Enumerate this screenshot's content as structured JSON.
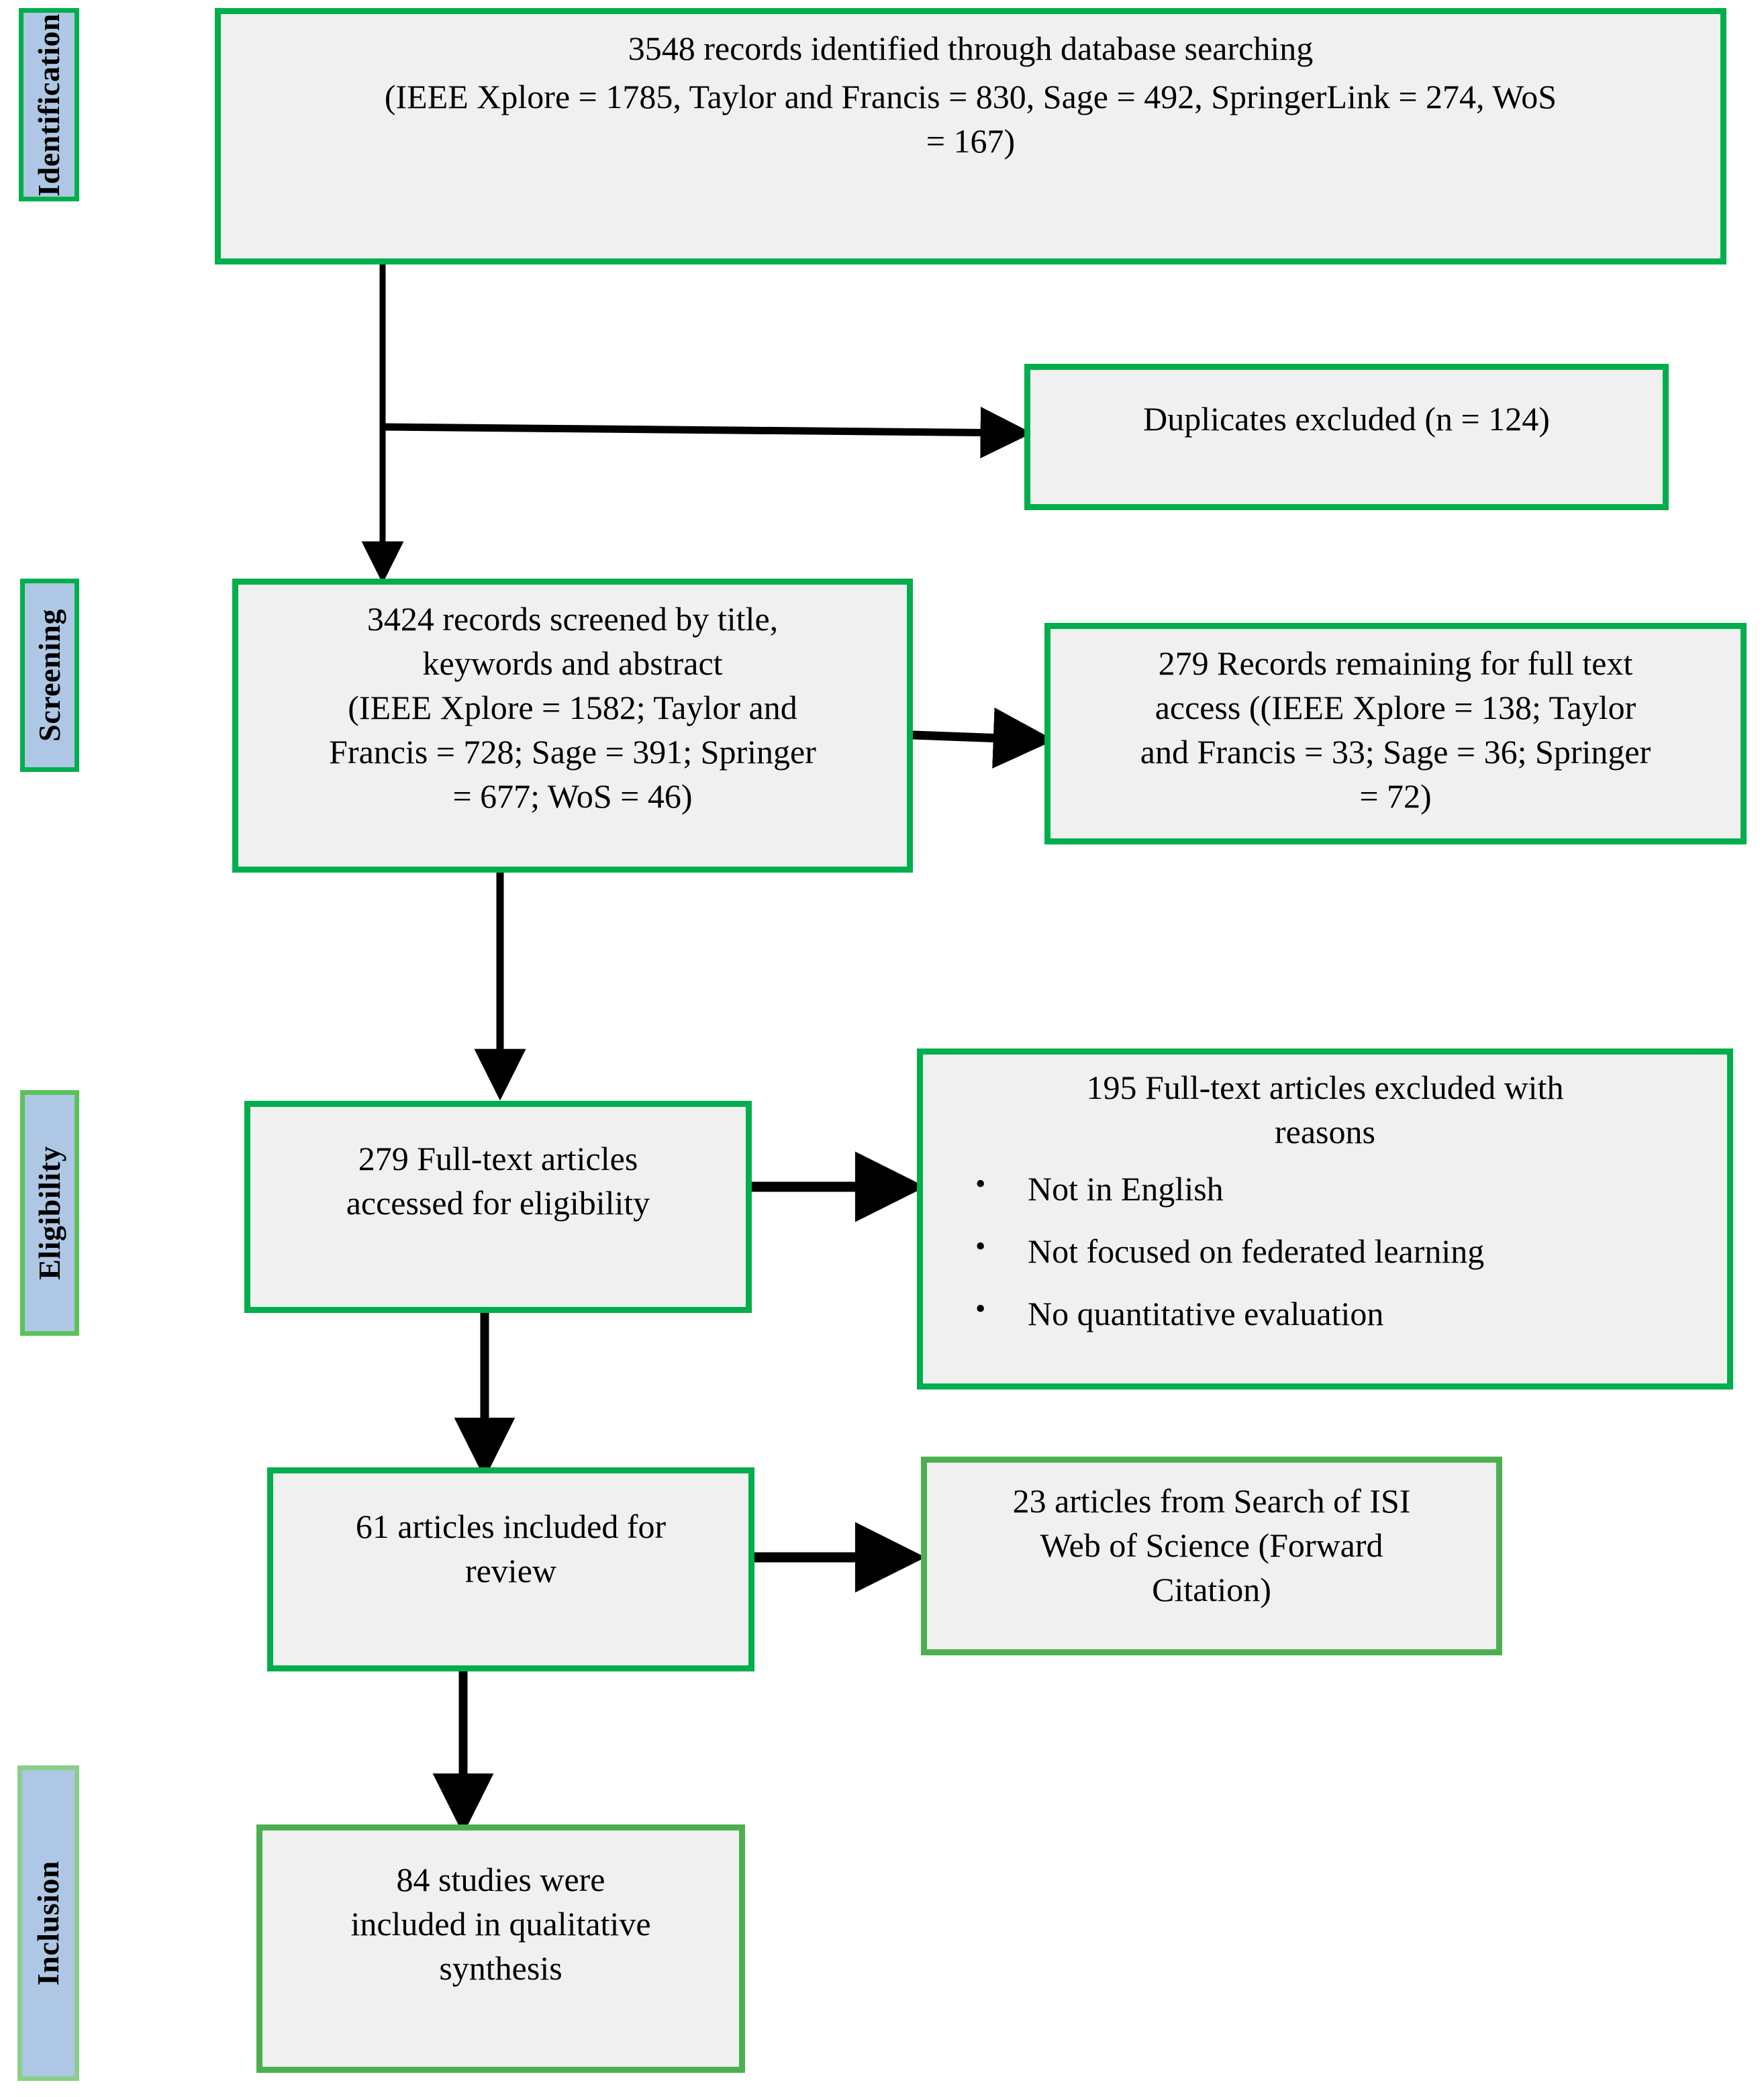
{
  "diagram": {
    "type": "prisma-flow-diagram",
    "colors": {
      "border_green": "#00AE4D",
      "border_green_light": "#4CAF50",
      "box_fill": "#F0F0F0",
      "stage_fill": "#AEC7E4",
      "connector": "#000000"
    }
  },
  "stages": [
    {
      "id": "identification",
      "label": "Identification"
    },
    {
      "id": "screening",
      "label": "Screening"
    },
    {
      "id": "eligibility",
      "label": "Eligibility"
    },
    {
      "id": "inclusion",
      "label": "Inclusion"
    }
  ],
  "boxes": {
    "identified": {
      "line1": "3548 records identified through database searching",
      "line2": "(IEEE Xplore = 1785, Taylor and Francis = 830, Sage = 492, SpringerLink = 274, WoS",
      "line3": "= 167)"
    },
    "duplicates": {
      "text": "Duplicates excluded (n = 124)"
    },
    "screened": {
      "line1": "3424 records screened by title,",
      "line2": "keywords and abstract",
      "line3": "(IEEE Xplore = 1582; Taylor and",
      "line4": "Francis = 728; Sage = 391; Springer",
      "line5": "= 677; WoS = 46)"
    },
    "remaining": {
      "line1": "279 Records remaining for full text",
      "line2": "access ((IEEE Xplore = 138; Taylor",
      "line3": "and Francis = 33; Sage = 36; Springer",
      "line4": "= 72)"
    },
    "fulltext": {
      "line1": "279 Full-text articles",
      "line2": "accessed for eligibility"
    },
    "excluded": {
      "head1": "195 Full-text articles excluded with",
      "head2": "reasons",
      "reasons": [
        "Not in English",
        " Not focused on federated learning",
        "No quantitative evaluation"
      ]
    },
    "included_review": {
      "line1": "61 articles included for",
      "line2": "review"
    },
    "isi": {
      "line1": "23 articles from Search of ISI",
      "line2": "Web of Science (Forward",
      "line3": "Citation)"
    },
    "synthesis": {
      "line1": "84 studies were",
      "line2": "included in qualitative",
      "line3": "synthesis"
    }
  }
}
